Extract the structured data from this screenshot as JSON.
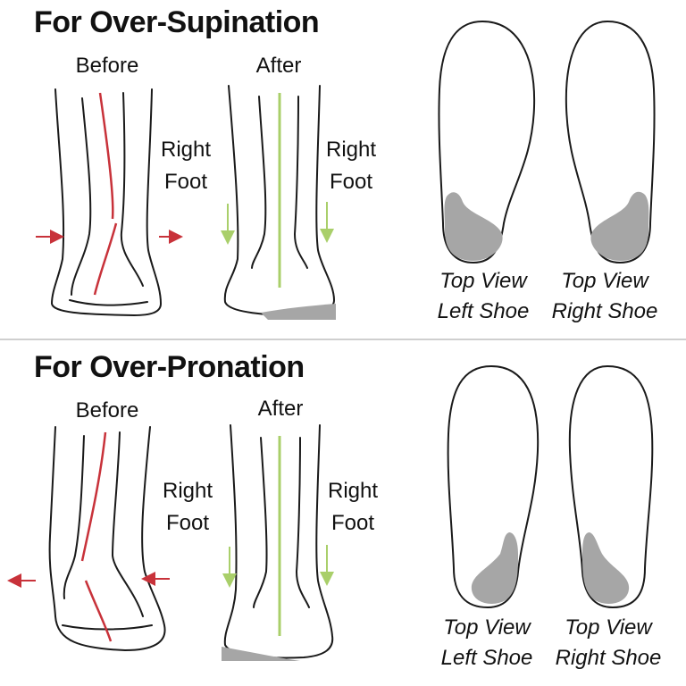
{
  "sections": [
    {
      "title": "For Over-Supination",
      "before_label": "Before",
      "after_label": "After",
      "foot_label_1": "Right",
      "foot_label_2": "Foot",
      "left_view_1": "Top View",
      "left_view_2": "Left Shoe",
      "right_view_1": "Top View",
      "right_view_2": "Right Shoe"
    },
    {
      "title": "For Over-Pronation",
      "before_label": "Before",
      "after_label": "After",
      "foot_label_1": "Right",
      "foot_label_2": "Foot",
      "left_view_1": "Top View",
      "left_view_2": "Left Shoe",
      "right_view_1": "Top View",
      "right_view_2": "Right Shoe"
    }
  ],
  "colors": {
    "misalignment_line": "#c8323a",
    "alignment_line": "#a9cf6a",
    "insert_fill": "#a6a6a6",
    "outline": "#1a1a1a"
  }
}
